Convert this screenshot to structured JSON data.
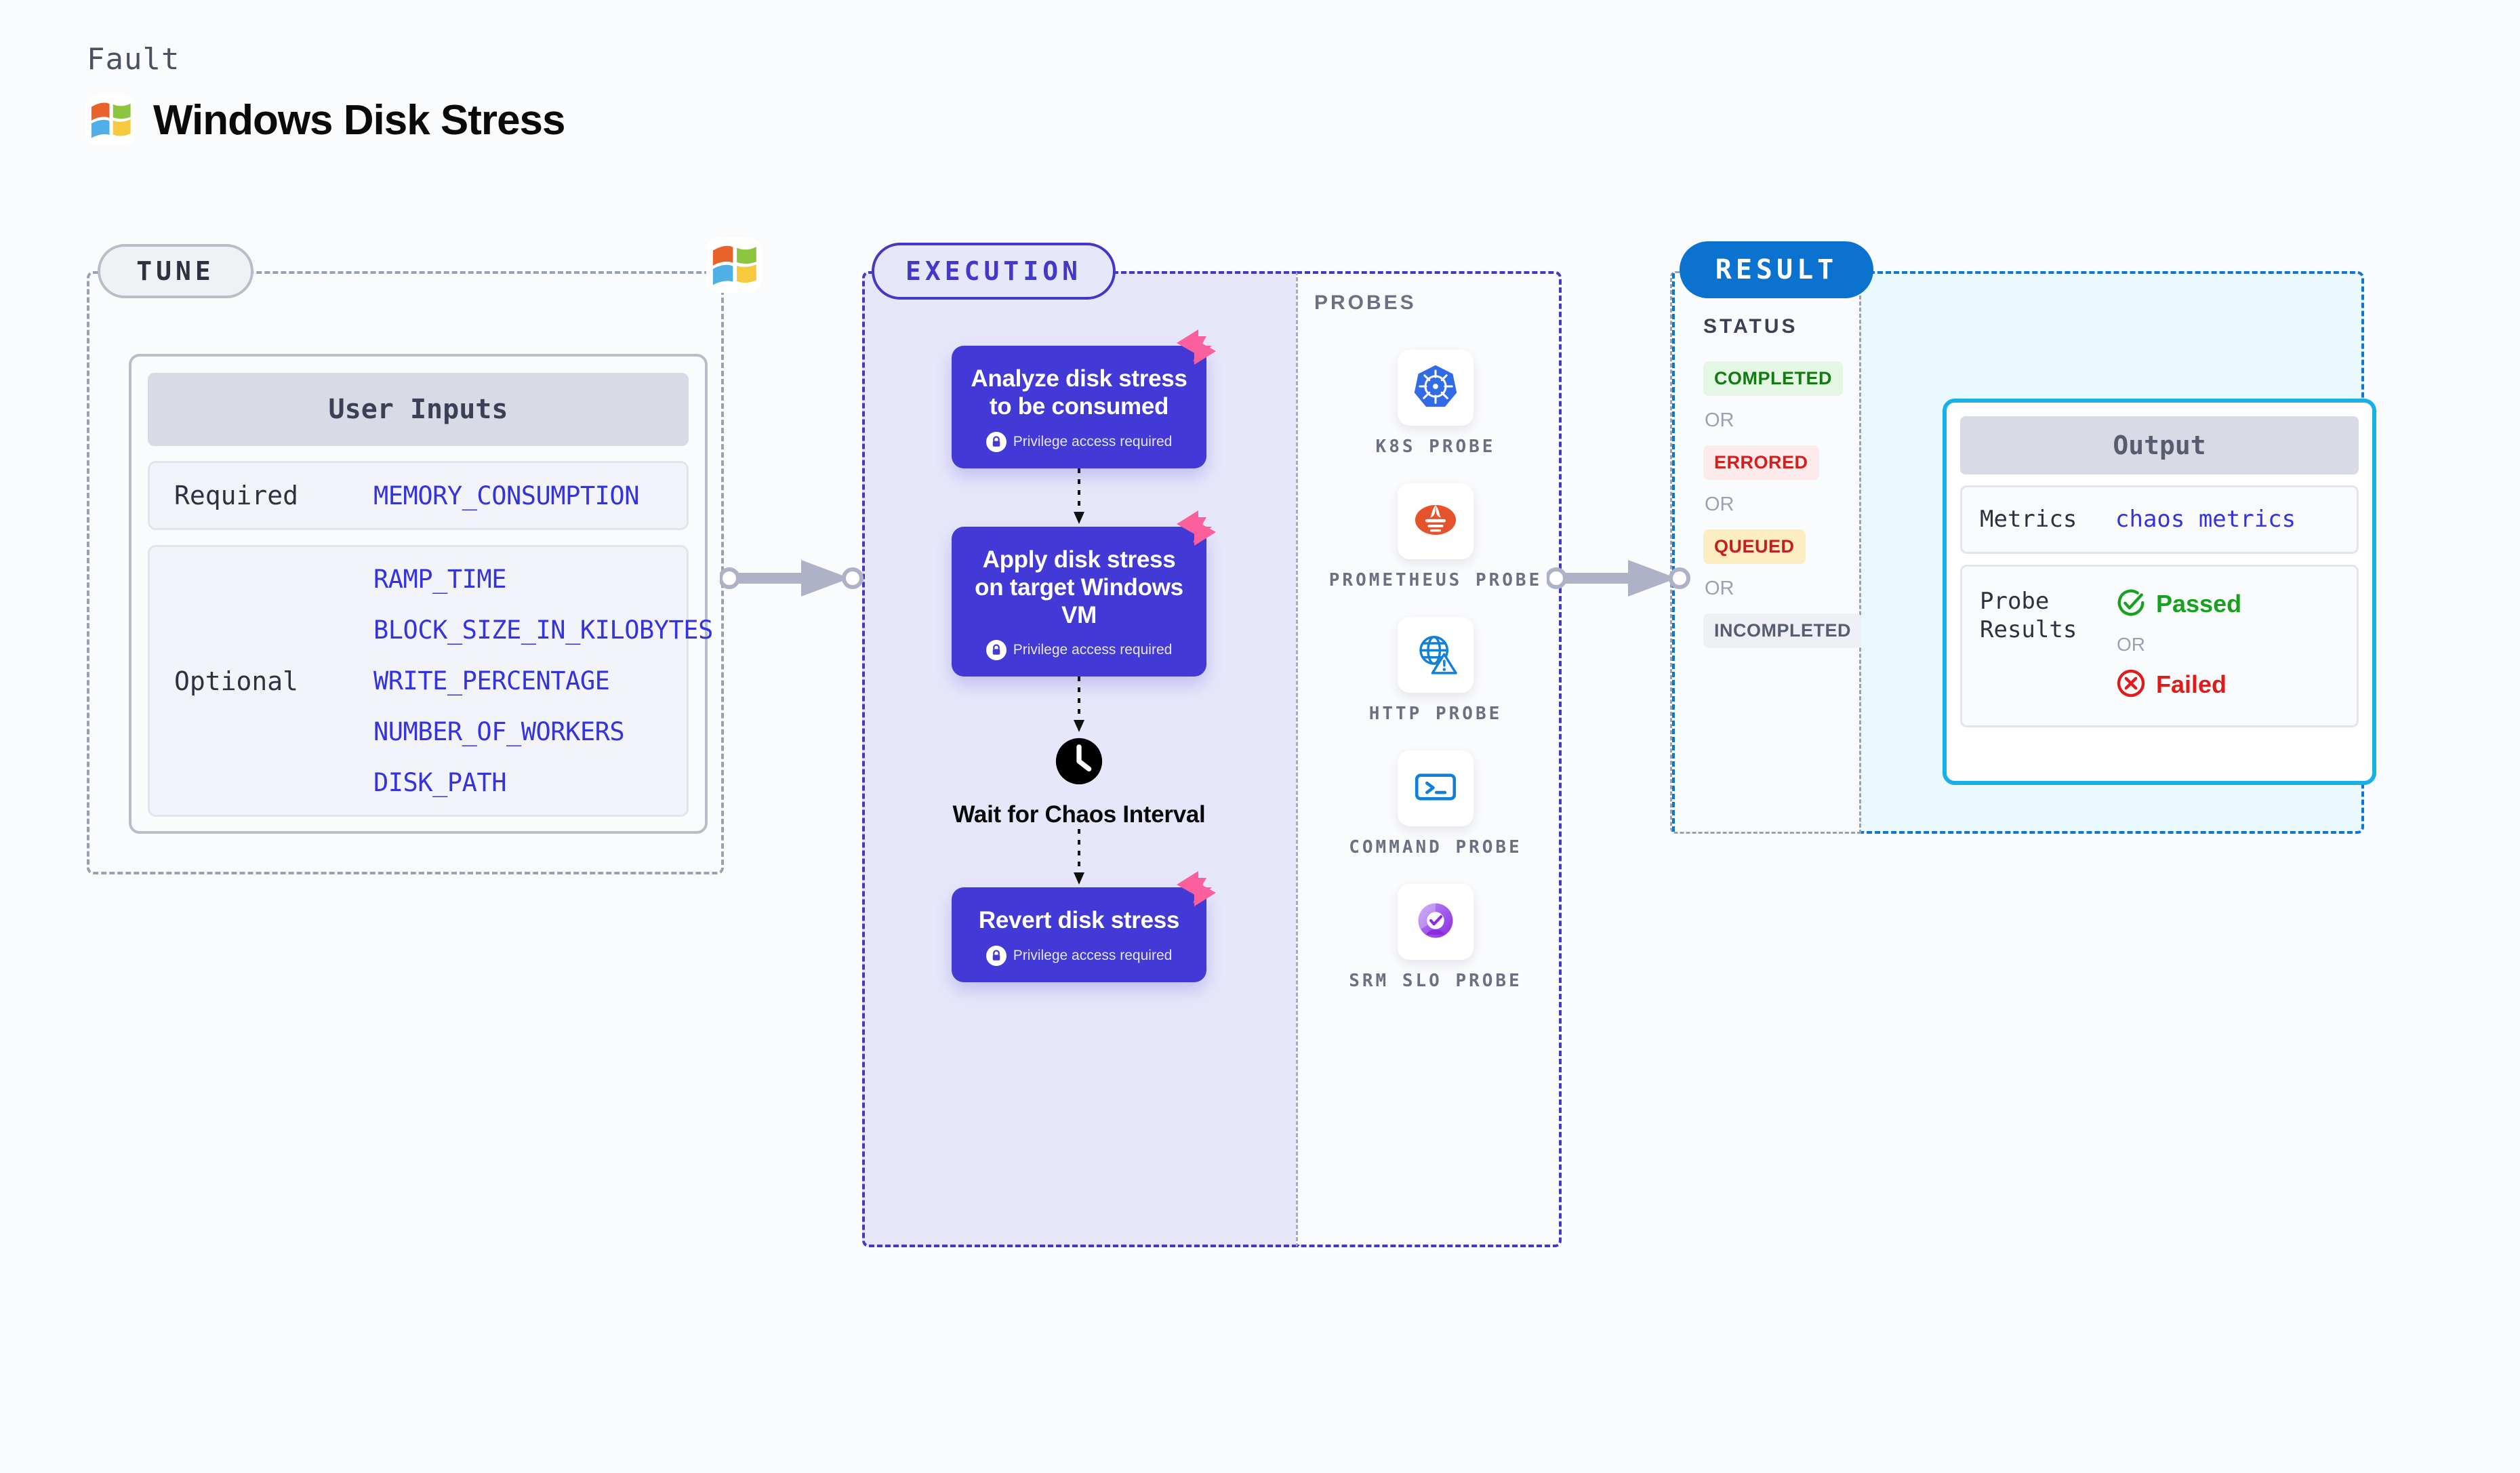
{
  "header": {
    "kicker": "Fault",
    "title": "Windows Disk Stress",
    "logo_icon": "windows-logo-icon"
  },
  "tune": {
    "pill_label": "TUNE",
    "logo_icon": "windows-logo-icon",
    "card_title": "User Inputs",
    "groups": [
      {
        "label": "Required",
        "params": [
          "MEMORY_CONSUMPTION"
        ]
      },
      {
        "label": "Optional",
        "params": [
          "RAMP_TIME",
          "BLOCK_SIZE_IN_KILOBYTES",
          "WRITE_PERCENTAGE",
          "NUMBER_OF_WORKERS",
          "DISK_PATH"
        ]
      }
    ]
  },
  "execution": {
    "pill_label": "EXECUTION",
    "probes_label": "PROBES",
    "privilege_text": "Privilege access required",
    "steps": [
      {
        "title": "Analyze disk stress to be consumed",
        "privileged": true,
        "flag_icon": "chaos-flag-icon"
      },
      {
        "title": "Apply disk stress on target Windows VM",
        "privileged": true,
        "flag_icon": "chaos-flag-icon"
      }
    ],
    "wait_node": {
      "label": "Wait for Chaos Interval",
      "icon": "clock-icon"
    },
    "final_step": {
      "title": "Revert disk stress",
      "privileged": true,
      "flag_icon": "chaos-flag-icon"
    },
    "probes": [
      {
        "name": "K8S PROBE",
        "icon": "kubernetes-icon"
      },
      {
        "name": "PROMETHEUS PROBE",
        "icon": "prometheus-icon"
      },
      {
        "name": "HTTP PROBE",
        "icon": "http-globe-warning-icon"
      },
      {
        "name": "COMMAND PROBE",
        "icon": "terminal-icon"
      },
      {
        "name": "SRM SLO PROBE",
        "icon": "srm-slo-icon"
      }
    ]
  },
  "result": {
    "pill_label": "RESULT",
    "status_label": "STATUS",
    "or_label": "OR",
    "statuses": [
      {
        "label": "COMPLETED",
        "bg": "#e4f7e4",
        "fg": "#127c12"
      },
      {
        "label": "ERRORED",
        "bg": "#fdeaea",
        "fg": "#d81d1d"
      },
      {
        "label": "QUEUED",
        "bg": "#fdedc2",
        "fg": "#c71d1d"
      },
      {
        "label": "INCOMPLETED",
        "bg": "#eff0f5",
        "fg": "#565d70"
      }
    ],
    "output": {
      "title": "Output",
      "metrics_key": "Metrics",
      "metrics_value": "chaos metrics",
      "probe_key": "Probe Results",
      "passed_label": "Passed",
      "failed_label": "Failed",
      "or_label": "OR",
      "passed_icon": "check-circle-icon",
      "failed_icon": "x-circle-icon"
    }
  },
  "connectors": {
    "tune_to_execution_icon": "arrow-right-icon",
    "execution_to_result_icon": "arrow-right-icon"
  },
  "colors": {
    "background": "#fafbfd",
    "indigo": "#4338ca",
    "step_purple": "#4339d6",
    "param_blue": "#3333e0",
    "result_blue": "#0b72cf",
    "cyan": "#17b0e8",
    "pink_flag": "#fb5f9c",
    "grey_dash": "#9aa1b1"
  }
}
